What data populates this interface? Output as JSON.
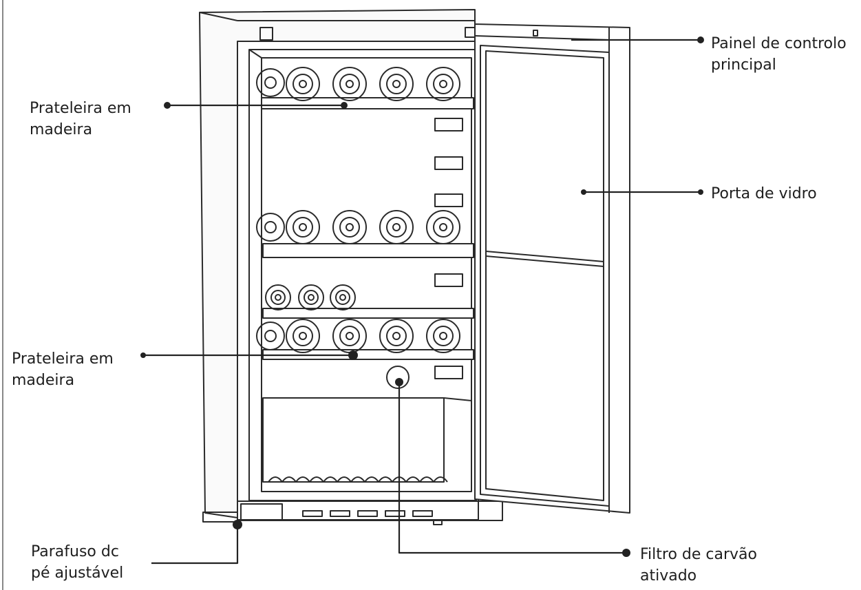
{
  "labels": {
    "control_panel": [
      "Painel de controlo",
      "principal"
    ],
    "wood_shelf_top": [
      "Prateleira em",
      "madeira"
    ],
    "glass_door": [
      "Porta de vidro"
    ],
    "wood_shelf_bottom": [
      "Prateleira em",
      "madeira"
    ],
    "adjustable_foot": [
      "Parafuso dc",
      "pé ajustável"
    ],
    "charcoal_filter": [
      "Filtro de carvão",
      "ativado"
    ]
  },
  "colors": {
    "line": "#222222",
    "text": "#1e1e1e",
    "frame": "#888888"
  }
}
